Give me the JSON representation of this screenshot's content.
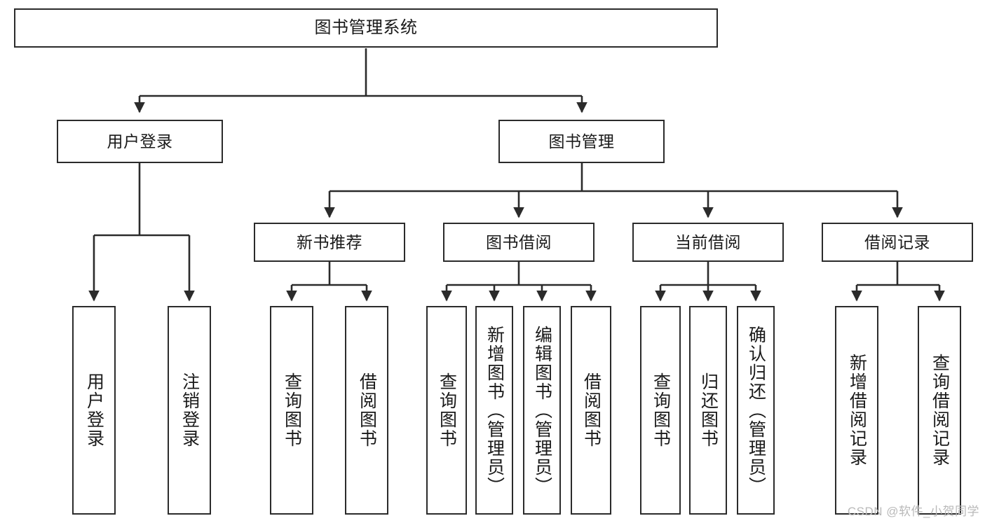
{
  "diagram": {
    "title": "图书管理系统",
    "stroke_color": "#2b2b2b",
    "fill_color": "#ffffff",
    "text_color": "#1a1a1a",
    "watermark": "CSDN @软件_小贺同学",
    "root": {
      "label": "图书管理系统"
    },
    "level1": [
      {
        "label": "用户登录"
      },
      {
        "label": "图书管理"
      }
    ],
    "level2": [
      {
        "label": "新书推荐"
      },
      {
        "label": "图书借阅"
      },
      {
        "label": "当前借阅"
      },
      {
        "label": "借阅记录"
      }
    ],
    "leaves": [
      {
        "label": "用户登录",
        "parent": "用户登录"
      },
      {
        "label": "注销登录",
        "parent": "用户登录"
      },
      {
        "label": "查询图书",
        "parent": "新书推荐"
      },
      {
        "label": "借阅图书",
        "parent": "新书推荐"
      },
      {
        "label": "查询图书",
        "parent": "图书借阅"
      },
      {
        "label": "新增图书（管理员）",
        "parent": "图书借阅"
      },
      {
        "label": "编辑图书（管理员）",
        "parent": "图书借阅"
      },
      {
        "label": "借阅图书",
        "parent": "图书借阅"
      },
      {
        "label": "查询图书",
        "parent": "当前借阅"
      },
      {
        "label": "归还图书",
        "parent": "当前借阅"
      },
      {
        "label": "确认归还（管理员）",
        "parent": "当前借阅"
      },
      {
        "label": "新增借阅记录",
        "parent": "借阅记录"
      },
      {
        "label": "查询借阅记录",
        "parent": "借阅记录"
      }
    ]
  }
}
